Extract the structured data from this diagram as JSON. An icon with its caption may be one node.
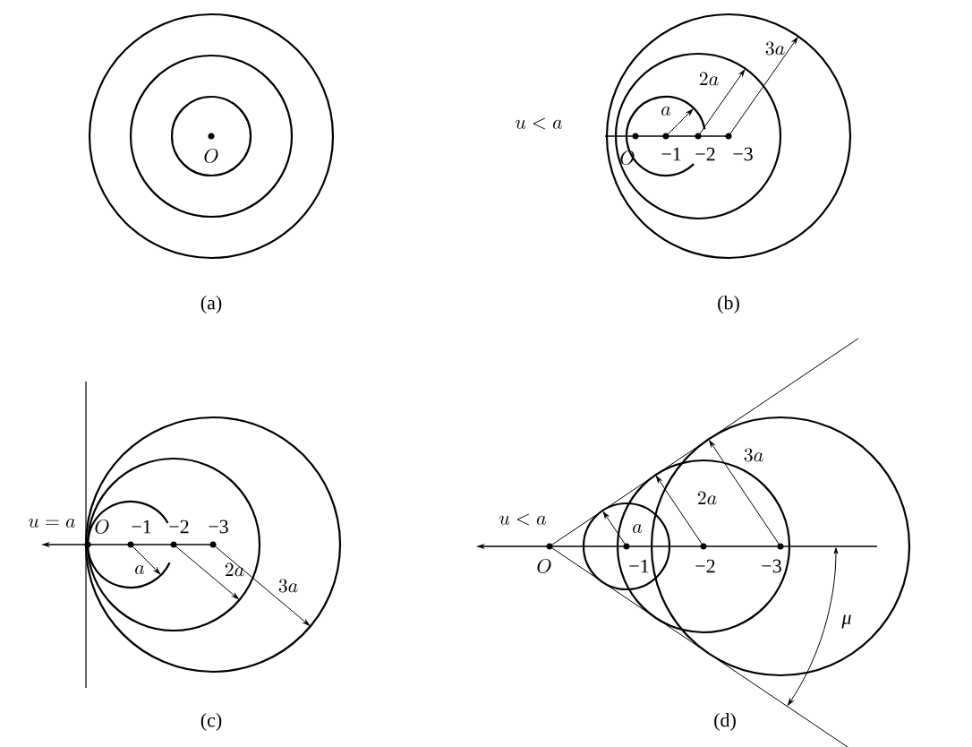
{
  "diagram": {
    "labels": [
      "O",
      "(a)",
      "3a",
      "2a",
      "a",
      "u<a",
      "O",
      "−1",
      "−2",
      "−3",
      "(b)",
      "u=a",
      "O",
      "−1",
      "−2",
      "−3",
      "a",
      "2a",
      "3a",
      "(c)",
      "3a",
      "2a",
      "u<a",
      "a",
      "O",
      "−1",
      "−2",
      "−3",
      "μ",
      "(d)"
    ]
  }
}
